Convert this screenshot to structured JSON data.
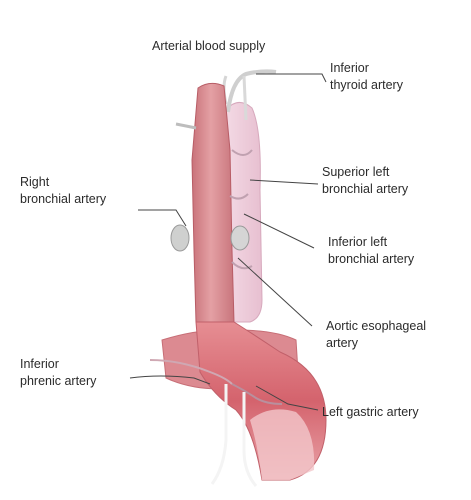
{
  "diagram": {
    "title": "Arterial blood supply",
    "labels": {
      "inferior_thyroid": [
        "Inferior",
        "thyroid artery"
      ],
      "right_bronchial": [
        "Right",
        "bronchial artery"
      ],
      "superior_left_bronchial": [
        "Superior left",
        "bronchial artery"
      ],
      "inferior_left_bronchial": [
        "Inferior left",
        "bronchial artery"
      ],
      "aortic_esophageal": [
        "Aortic esophageal",
        "artery"
      ],
      "inferior_phrenic": [
        "Inferior",
        "phrenic artery"
      ],
      "left_gastric": [
        "Left gastric artery"
      ]
    },
    "colors": {
      "esophagus": "#d98a8f",
      "esophagus_shade": "#c86b72",
      "aorta": "#efcfdc",
      "stomach": "#d46b74",
      "leader_line": "#444444"
    }
  }
}
